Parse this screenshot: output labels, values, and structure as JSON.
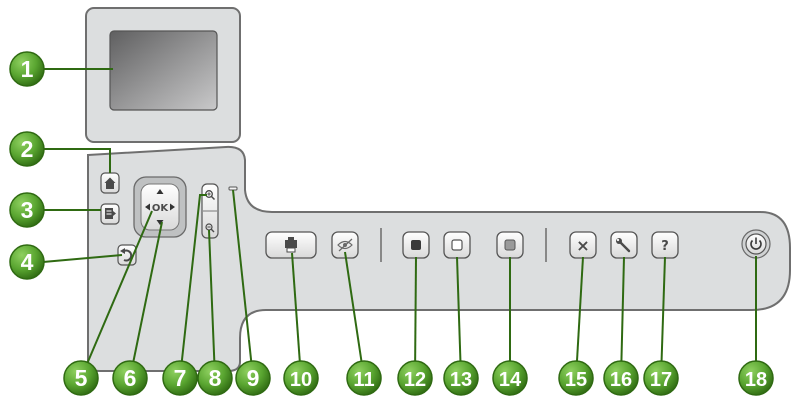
{
  "panel": {
    "ok_label": "OK",
    "help_glyph": "?",
    "cancel_glyph": "×"
  },
  "callouts": [
    {
      "number": "1",
      "target": "display-screen"
    },
    {
      "number": "2",
      "target": "home-button"
    },
    {
      "number": "3",
      "target": "menu-button"
    },
    {
      "number": "4",
      "target": "back-button"
    },
    {
      "number": "5",
      "target": "ok-button"
    },
    {
      "number": "6",
      "target": "directional-pad"
    },
    {
      "number": "7",
      "target": "zoom-in-button"
    },
    {
      "number": "8",
      "target": "zoom-out-button"
    },
    {
      "number": "9",
      "target": "indicator-light"
    },
    {
      "number": "10",
      "target": "print-photos-button"
    },
    {
      "number": "11",
      "target": "red-eye-removal-button"
    },
    {
      "number": "12",
      "target": "start-copy-black-button"
    },
    {
      "number": "13",
      "target": "start-copy-color-button"
    },
    {
      "number": "14",
      "target": "start-scan-button"
    },
    {
      "number": "15",
      "target": "cancel-button"
    },
    {
      "number": "16",
      "target": "setup-button"
    },
    {
      "number": "17",
      "target": "help-button"
    },
    {
      "number": "18",
      "target": "power-button"
    }
  ],
  "colors": {
    "callout_green": "#5aa631",
    "callout_dark_green": "#2f6a12",
    "panel_fill": "#dcdedf",
    "panel_stroke": "#6f6f6f",
    "button_fill": "#f1f1f1",
    "screen_dark": "#6f6f70",
    "screen_light": "#c2c2c3"
  },
  "icons": [
    "home-icon",
    "menu-icon",
    "back-arrow-icon",
    "zoom-in-icon",
    "zoom-out-icon",
    "print-icon",
    "red-eye-icon",
    "cancel-icon",
    "wrench-icon",
    "help-icon",
    "power-icon"
  ]
}
